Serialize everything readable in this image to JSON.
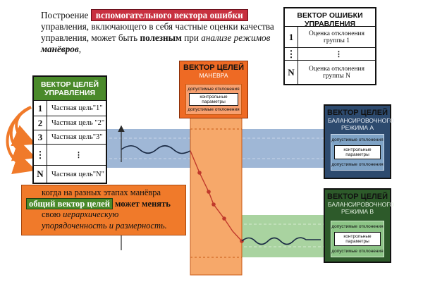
{
  "intro": {
    "part1": "Построение ",
    "highlight": "вспомогательного вектора ошибки",
    "part2": " управления, включающего в себя частные оценки качества управления, может быть ",
    "bold": "полезным",
    "part3": " при ",
    "italic": "анализе режимов ",
    "bold_italic": "манёвров",
    "part4": ","
  },
  "error_vector": {
    "title": "ВЕКТОР ОШИБКИ УПРАВЛЕНИЯ",
    "rows": [
      {
        "num": "1",
        "text": "Оценка отклонения группы 1"
      },
      {
        "num": "⋮",
        "text": "⋮"
      },
      {
        "num": "N",
        "text": "Оценка отклонения группы N"
      }
    ]
  },
  "goal_vector": {
    "title": "ВЕКТОР ЦЕЛЕЙ УПРАВЛЕНИЯ",
    "rows": [
      {
        "num": "1",
        "text": "Частная цель\"1\""
      },
      {
        "num": "2",
        "text": "Частная цель \"2\""
      },
      {
        "num": "3",
        "text": "Частная цель\"3\""
      },
      {
        "num": "⋮",
        "text": "⋮"
      },
      {
        "num": "N",
        "text": "Частная цель\"N\""
      }
    ]
  },
  "maneuver": {
    "title": "ВЕКТОР ЦЕЛЕЙ",
    "subtitle": "МАНЁВРА",
    "lines": [
      "допустимые отклонения",
      "контрольные параметры",
      "допустимые отклонения"
    ]
  },
  "mode_a": {
    "title": "ВЕКТОР ЦЕЛЕЙ",
    "subtitle": "БАЛАНСИРОВОЧНОГО РЕЖИМА А",
    "lines": [
      "допустимые отклонения",
      "контрольные параметры",
      "допустимые отклонения"
    ]
  },
  "mode_b": {
    "title": "ВЕКТОР ЦЕЛЕЙ",
    "subtitle": "БАЛАНСИРОВОЧНОГО РЕЖИМА В",
    "lines": [
      "допустимые отклонения",
      "контрольные параметры",
      "допустимые отклонения"
    ]
  },
  "callout": {
    "line1": "когда на разных этапах манёвра",
    "green": "общий вектор целей",
    "bold": " может менять",
    "line3": "свою",
    "italic1": " иерархическую",
    "line4_italic": "упорядоченность и размерность."
  },
  "colors": {
    "red_highlight": "#c8303f",
    "green_header": "#4a8a2a",
    "orange": "#f07a2a",
    "band_blue": "#9fb7d6",
    "band_green": "#a9d3a0",
    "navy": "#1f3555",
    "dark_green": "#2d5a2a"
  }
}
